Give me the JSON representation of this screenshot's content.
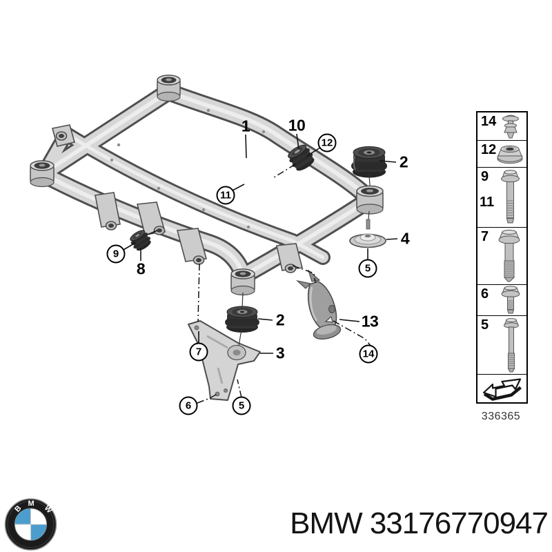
{
  "diagram": {
    "number": "336365",
    "callouts": [
      {
        "label": "1"
      },
      {
        "label": "10"
      },
      {
        "label": "12"
      },
      {
        "label": "11"
      },
      {
        "label": "2"
      },
      {
        "label": "4"
      },
      {
        "label": "5"
      },
      {
        "label": "9"
      },
      {
        "label": "8"
      },
      {
        "label": "2"
      },
      {
        "label": "7"
      },
      {
        "label": "3"
      },
      {
        "label": "13"
      },
      {
        "label": "14"
      },
      {
        "label": "6"
      },
      {
        "label": "5"
      }
    ],
    "legend": {
      "rows": [
        {
          "labels": [
            "14"
          ],
          "icon": "plastic-rivet"
        },
        {
          "labels": [
            "12"
          ],
          "icon": "flange-nut"
        },
        {
          "labels": [
            "9",
            "11"
          ],
          "icon": "hex-flange-bolt-long"
        },
        {
          "labels": [
            "7"
          ],
          "icon": "hex-flange-bolt-medium"
        },
        {
          "labels": [
            "6"
          ],
          "icon": "hex-flange-bolt-short"
        },
        {
          "labels": [
            "5"
          ],
          "icon": "hex-flange-bolt-thin"
        },
        {
          "labels": [],
          "icon": "direction-arrow"
        }
      ]
    }
  },
  "footer": {
    "text": "BMW 33176770947",
    "logo_letters": "BMW"
  }
}
